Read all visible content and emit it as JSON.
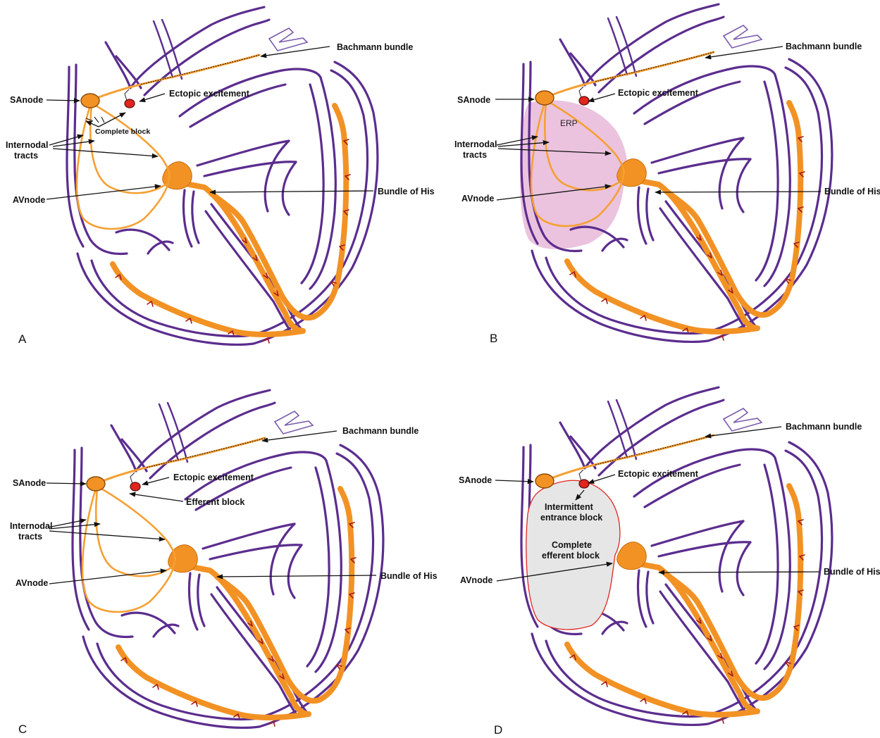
{
  "panels": [
    {
      "letter": "A",
      "labels": {
        "sa_node": "SAnode",
        "internodal_1": "Internodal",
        "internodal_2": "tracts",
        "av_node": "AVnode",
        "bachmann": "Bachmann bundle",
        "ectopic": "Ectopic excitement",
        "bundle_his": "Bundle of His",
        "complete_block": "Complete block"
      }
    },
    {
      "letter": "B",
      "labels": {
        "sa_node": "SAnode",
        "internodal_1": "Internodal",
        "internodal_2": "tracts",
        "av_node": "AVnode",
        "bachmann": "Bachmann bundle",
        "ectopic": "Ectopic excitement",
        "bundle_his": "Bundle of His",
        "erp": "ERP"
      }
    },
    {
      "letter": "C",
      "labels": {
        "sa_node": "SAnode",
        "internodal_1": "Internodal",
        "internodal_2": "tracts",
        "av_node": "AVnode",
        "bachmann": "Bachmann bundle",
        "ectopic": "Ectopic excitement",
        "bundle_his": "Bundle of His",
        "efferent_block": "Efferent block"
      }
    },
    {
      "letter": "D",
      "labels": {
        "sa_node": "SAnode",
        "av_node": "AVnode",
        "bachmann": "Bachmann bundle",
        "ectopic": "Ectopic excitement",
        "bundle_his": "Bundle of His",
        "intermittent_1": "Intermittent",
        "intermittent_2": "entrance block",
        "complete_efferent_1": "Complete",
        "complete_efferent_2": "efferent block"
      }
    }
  ],
  "colors": {
    "heart_wall": "#5b2d8e",
    "conduction": "#f29224",
    "ectopic_focus": "#e0261f",
    "erp_region": "#e8b8d8",
    "block_region": "#e6e6e6",
    "block_outline": "#e0261f"
  }
}
